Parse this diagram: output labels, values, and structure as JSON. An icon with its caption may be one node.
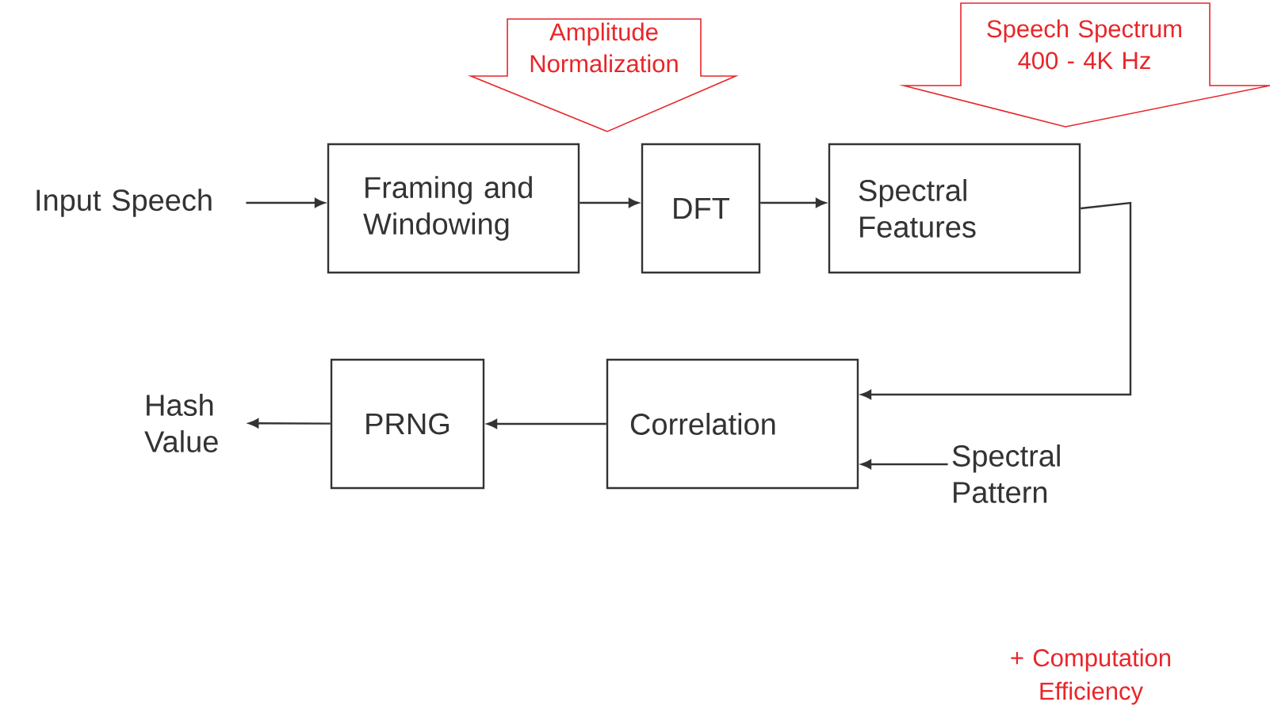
{
  "diagram": {
    "nodes": [
      {
        "text": [
          "Input Speech"
        ]
      },
      {
        "text": [
          "Framing and Windowing"
        ]
      },
      {
        "text": [
          "DFT"
        ]
      },
      {
        "text": [
          "Spectral Features"
        ]
      },
      {
        "text": [
          "Correlation"
        ]
      },
      {
        "text": [
          "Spectral Pattern"
        ]
      },
      {
        "text": [
          "PRNG"
        ]
      },
      {
        "text": [
          "Hash Value"
        ]
      },
      {
        "text": [
          "Amplitude Normalization"
        ]
      },
      {
        "text": [
          "Speech Spectrum 400 - 4K Hz"
        ]
      }
    ],
    "edges": [
      {
        "from": 0,
        "to": 1,
        "arrow": "to"
      },
      {
        "from": 1,
        "to": 2,
        "arrow": "to"
      },
      {
        "from": 2,
        "to": 3,
        "arrow": "to"
      },
      {
        "from": 3,
        "to": 4,
        "arrow": "to"
      },
      {
        "from": 5,
        "to": 4,
        "arrow": "to"
      },
      {
        "from": 4,
        "to": 6,
        "arrow": "to"
      },
      {
        "from": 6,
        "to": 7,
        "arrow": "to"
      }
    ],
    "labels": [
      "+ Computation Efficiency"
    ]
  }
}
